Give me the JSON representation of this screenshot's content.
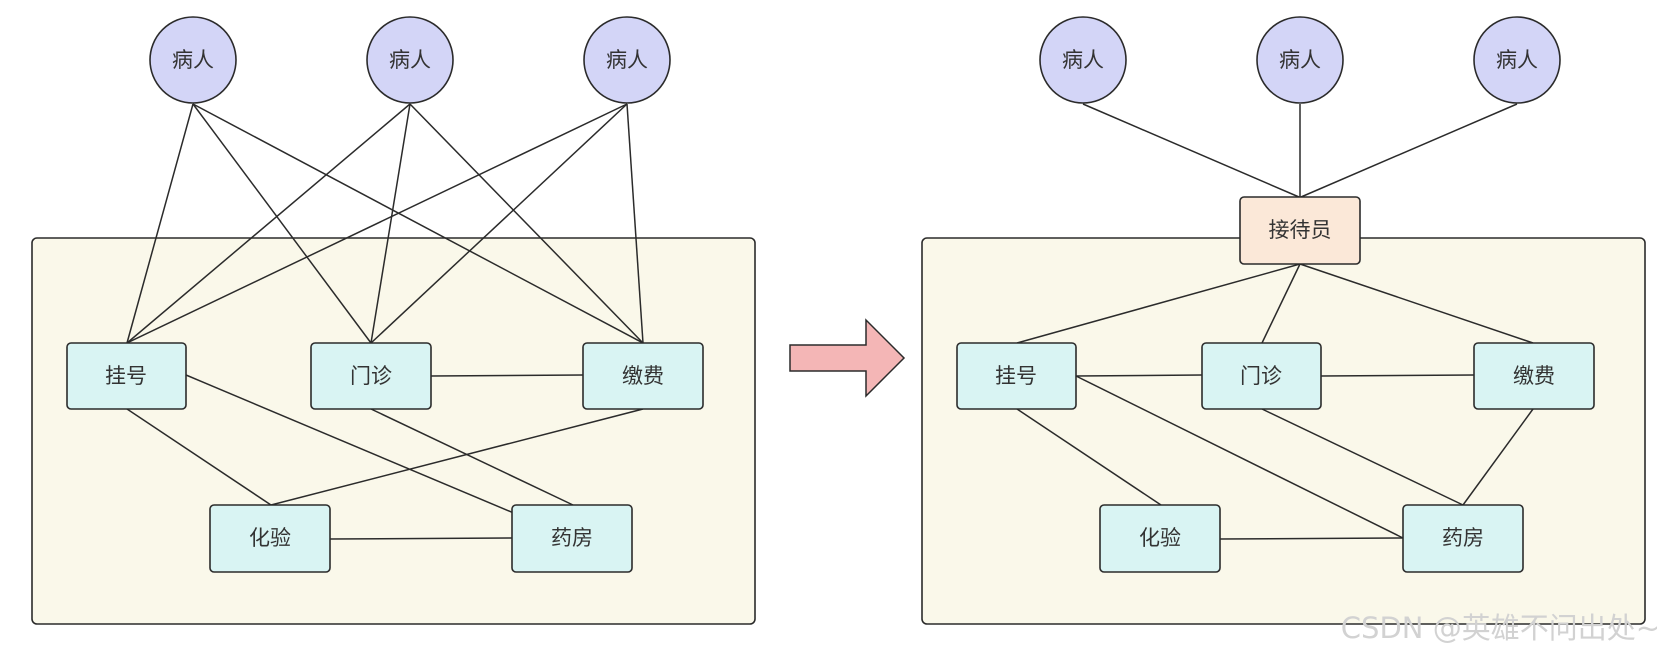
{
  "left_diagram": {
    "patients": [
      "病人",
      "病人",
      "病人"
    ],
    "departments": {
      "registration": "挂号",
      "outpatient": "门诊",
      "payment": "缴费",
      "lab": "化验",
      "pharmacy": "药房"
    }
  },
  "right_diagram": {
    "patients": [
      "病人",
      "病人",
      "病人"
    ],
    "receptionist": "接待员",
    "departments": {
      "registration": "挂号",
      "outpatient": "门诊",
      "payment": "缴费",
      "lab": "化验",
      "pharmacy": "药房"
    }
  },
  "watermark": "CSDN @英雄不问出处~",
  "colors": {
    "patient_fill": "#d3d5f7",
    "department_fill": "#d9f4f3",
    "receptionist_fill": "#fbe8d8",
    "group_fill": "#faf8ea",
    "arrow_fill": "#f4b6b6",
    "stroke": "#2b2b2b"
  }
}
